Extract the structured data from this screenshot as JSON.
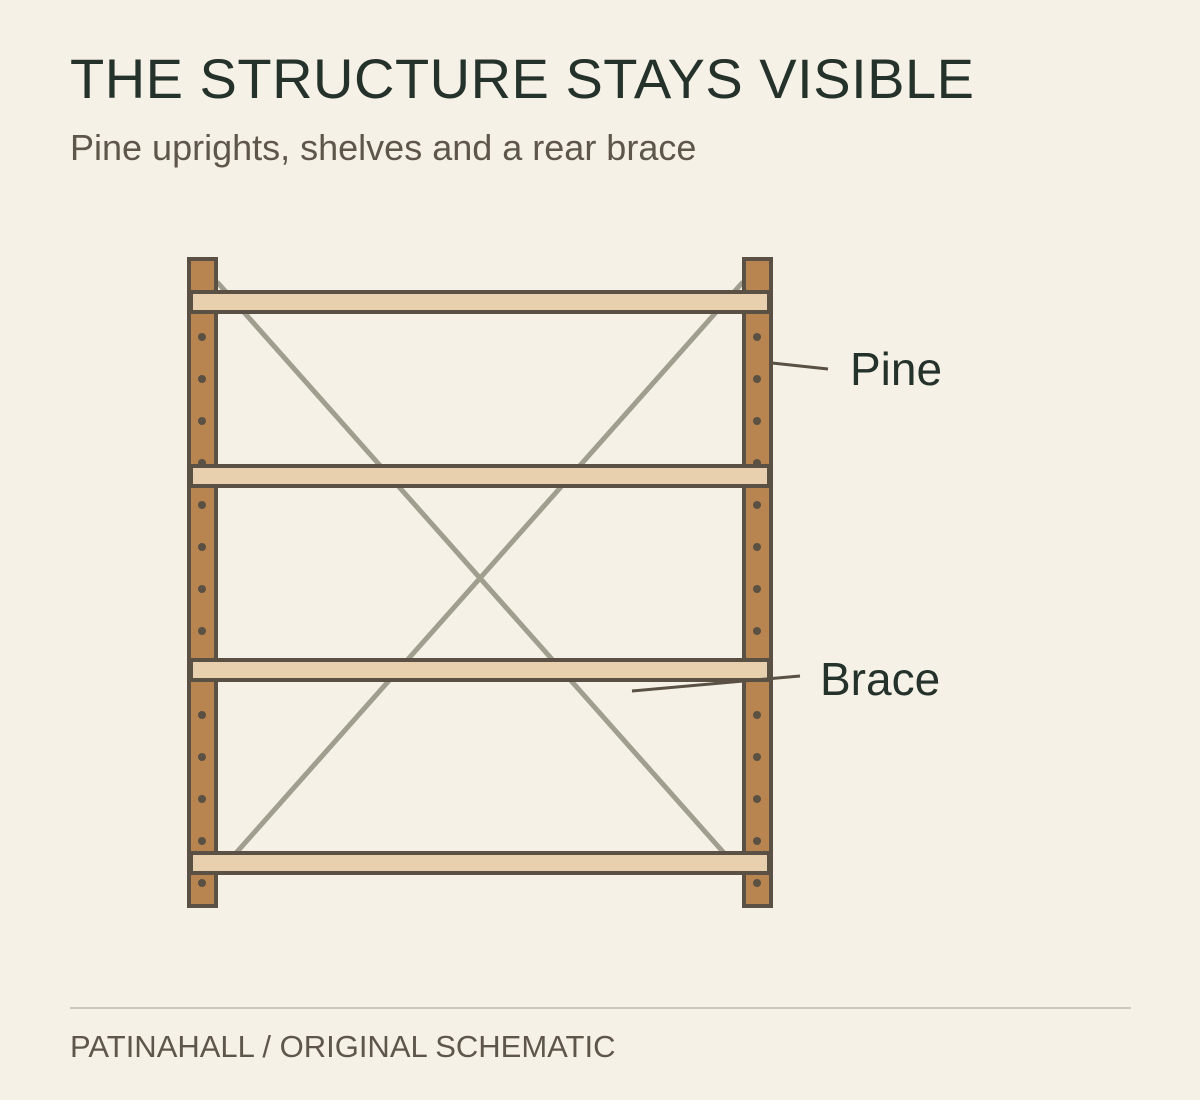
{
  "header": {
    "title": "THE STRUCTURE STAYS VISIBLE",
    "subtitle": "Pine uprights, shelves and a rear brace"
  },
  "diagram": {
    "labels": {
      "pine": "Pine",
      "brace": "Brace"
    },
    "shelf_count": 4,
    "colors": {
      "upright": "#b8844f",
      "shelf": "#e8cfad",
      "outline": "#5a5044",
      "brace": "#a09e8f",
      "hole": "#5a5044"
    }
  },
  "footer": {
    "credit": "PATINAHALL / ORIGINAL SCHEMATIC"
  }
}
